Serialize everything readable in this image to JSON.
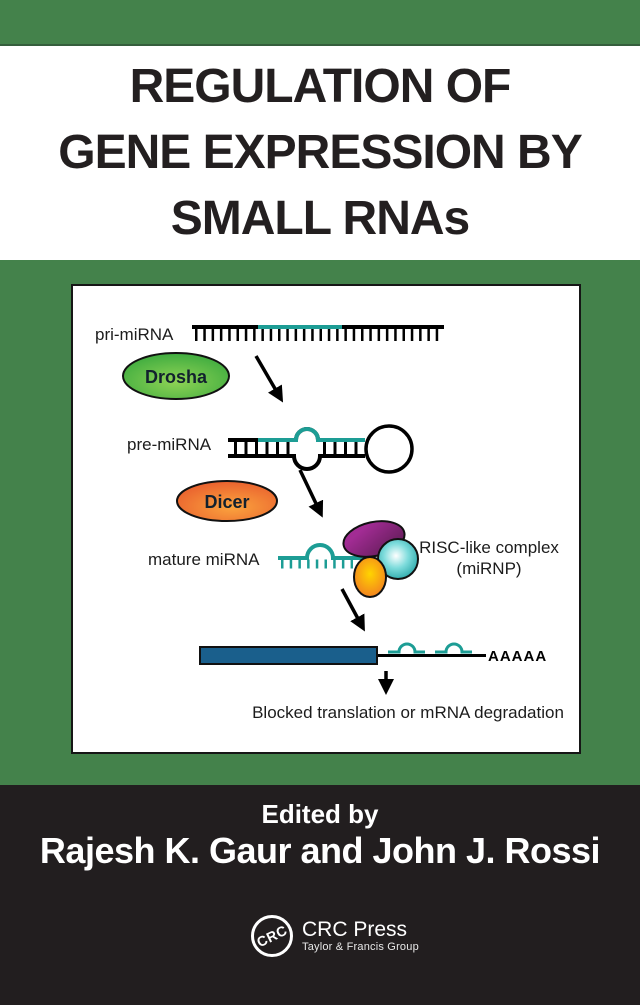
{
  "cover": {
    "title_lines": [
      "REGULATION OF",
      "GENE EXPRESSION BY",
      "SMALL RNAs"
    ],
    "edited_by": "Edited by",
    "editors": "Rajesh K. Gaur and John J. Rossi"
  },
  "publisher": {
    "logo_circle_text": "CRC",
    "name": "CRC Press",
    "group": "Taylor & Francis Group"
  },
  "diagram": {
    "labels": {
      "pri_mirna": "pri-miRNA",
      "drosha": "Drosha",
      "pre_mirna": "pre-miRNA",
      "dicer": "Dicer",
      "mature_mirna": "mature miRNA",
      "risc_line1": "RISC-like complex",
      "risc_line2": "(miRNP)",
      "polya": "AAAAA",
      "outcome": "Blocked translation or mRNA degradation"
    }
  },
  "colors": {
    "green_band": "#44824B",
    "black_band": "#221E1F",
    "title_ink": "#231F20",
    "teal": "#1D9D95",
    "drosha_light": "#8FD355",
    "drosha_dark": "#2BA23A",
    "dicer_light": "#FBA43E",
    "dicer_dark": "#E5502A",
    "purple_light": "#A22C94",
    "purple_dark": "#5C1B52",
    "tealblob_light": "#7EDCDC",
    "tealblob_dark": "#1B9EA0",
    "orangeblob_light": "#FFD400",
    "orangeblob_dark": "#F07026",
    "mrna_blue": "#1A5F8C"
  }
}
